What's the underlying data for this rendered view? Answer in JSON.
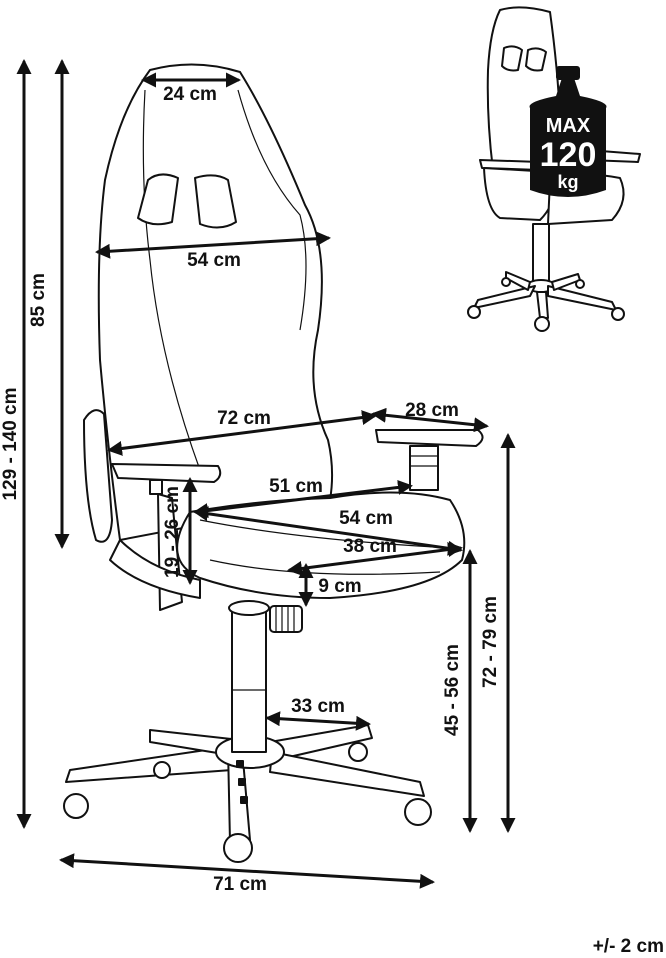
{
  "dimensions": {
    "total_height": "129 - 140 cm",
    "backrest_height": "85 cm",
    "headrest_width": "24 cm",
    "backrest_width": "54 cm",
    "armrest_span": "72 cm",
    "armrest_length": "28 cm",
    "seat_width_front": "51 cm",
    "seat_depth": "54 cm",
    "seat_width": "38 cm",
    "armrest_height": "19 - 26 cm",
    "seat_thickness": "9 cm",
    "seat_height": "45 - 56 cm",
    "armrest_floor_height": "72 - 79 cm",
    "base_radius": "33 cm",
    "base_width": "71 cm"
  },
  "load": {
    "max_label": "MAX",
    "value": "120",
    "unit": "kg"
  },
  "tolerance": "+/- 2 cm"
}
